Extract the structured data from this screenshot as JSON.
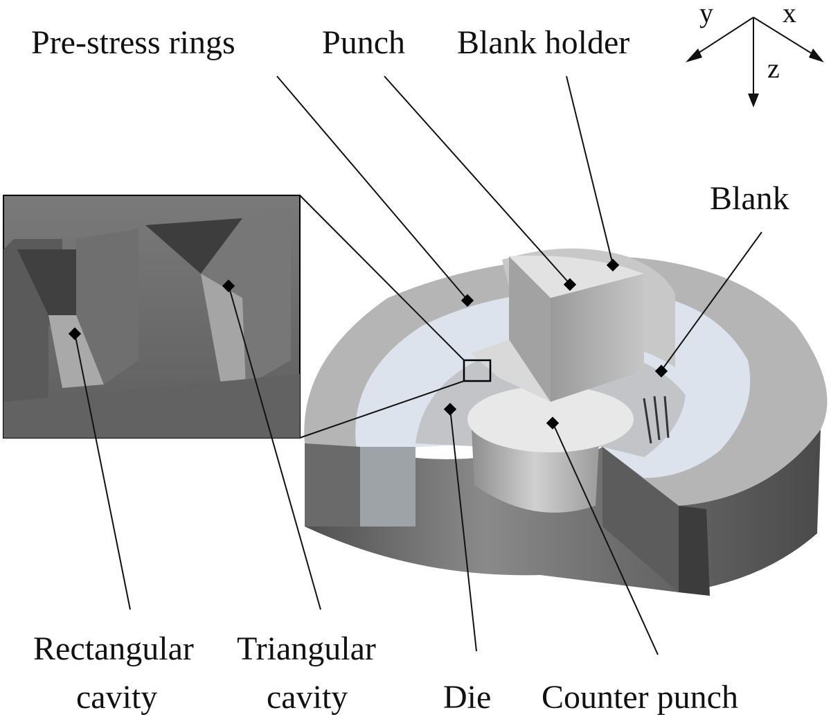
{
  "labels": {
    "pre_stress_rings": "Pre-stress rings",
    "punch": "Punch",
    "blank_holder": "Blank holder",
    "blank": "Blank",
    "rectangular_cavity": [
      "Rectangular",
      "cavity"
    ],
    "triangular_cavity": [
      "Triangular",
      "cavity"
    ],
    "die": "Die",
    "counter_punch": "Counter punch"
  },
  "axes": {
    "x": "x",
    "y": "y",
    "z": "z"
  },
  "colors": {
    "outer_ring_top": "#b9b9b9",
    "outer_ring_side": "#7c7c7c",
    "outer_ring_side_dark": "#4e4e4e",
    "inner_ring_top": "#dfe5ee",
    "inner_ring_side": "#a3a8ad",
    "punch_top": "#e4e4e4",
    "punch_side": "#a9a9a9",
    "holder": "#c8c8c8",
    "counter_punch_top": "#ececec",
    "counter_punch_side": "#b4b4b4",
    "inset_bg": "#6c6c6c",
    "inset_light": "#8f8f8f",
    "inset_dark": "#3f3f3f",
    "marker": "#000000"
  }
}
